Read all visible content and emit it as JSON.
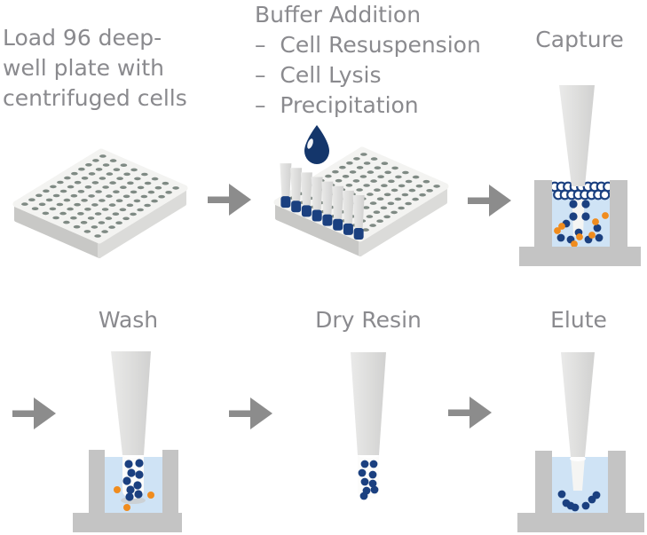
{
  "colors": {
    "text": "#8a8a8e",
    "arrow": "#8c8c8c",
    "navy": "#1b4080",
    "navy_dark": "#14366b",
    "orange": "#f08c1e",
    "liquid": "#cfe3f5",
    "stand": "#c4c4c4",
    "plate_top": "#f3f3f1",
    "plate_side_left": "#c8c8c6",
    "plate_side_right": "#dbdbd9",
    "hole": "#7f8a84"
  },
  "steps": {
    "load": {
      "lines": [
        "Load 96 deep-",
        "well plate with",
        "centrifuged cells"
      ]
    },
    "buffer": {
      "title": "Buffer Addition",
      "bullets": [
        "–  Cell Resuspension",
        "–  Cell Lysis",
        "–  Precipitation"
      ]
    },
    "capture": {
      "label": "Capture"
    },
    "wash": {
      "label": "Wash"
    },
    "dry": {
      "label": "Dry Resin"
    },
    "elute": {
      "label": "Elute"
    }
  }
}
